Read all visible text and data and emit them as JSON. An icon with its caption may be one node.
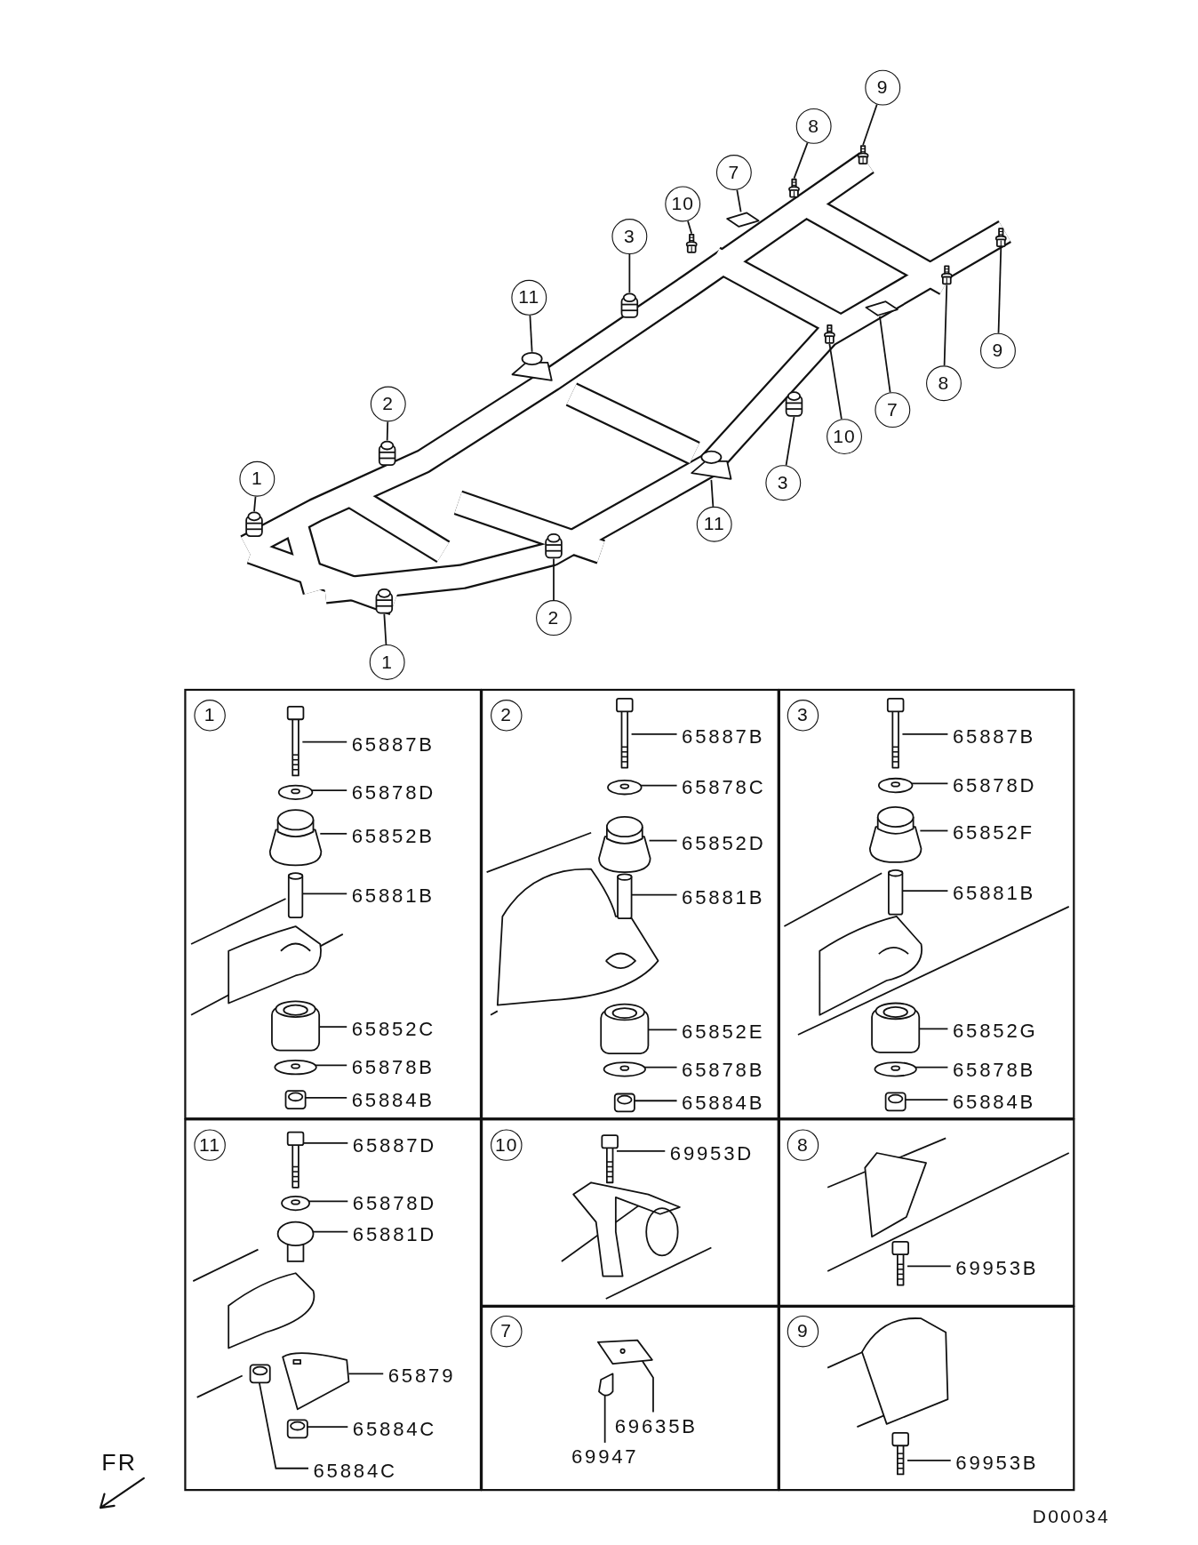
{
  "diagram": {
    "nodes": [
      {
        "text": [
          "9"
        ]
      },
      {
        "text": [
          "8"
        ]
      },
      {
        "text": [
          "7"
        ]
      },
      {
        "text": [
          "10"
        ]
      },
      {
        "text": [
          "3"
        ]
      },
      {
        "text": [
          "11"
        ]
      },
      {
        "text": [
          "9"
        ]
      },
      {
        "text": [
          "8"
        ]
      },
      {
        "text": [
          "2"
        ]
      },
      {
        "text": [
          "7"
        ]
      },
      {
        "text": [
          "10"
        ]
      },
      {
        "text": [
          "1"
        ]
      },
      {
        "text": [
          "3"
        ]
      },
      {
        "text": [
          "11"
        ]
      },
      {
        "text": [
          "2"
        ]
      },
      {
        "text": [
          "1"
        ]
      },
      {
        "text": [],
        "shape": "box"
      },
      {
        "text": [
          "1"
        ],
        "in": 16
      },
      {
        "text": [
          "65887B"
        ],
        "in": 16
      },
      {
        "text": [
          "65878D"
        ],
        "in": 16
      },
      {
        "text": [
          "65852B"
        ],
        "in": 16
      },
      {
        "text": [
          "65881B"
        ],
        "in": 16
      },
      {
        "text": [
          "65852C"
        ],
        "in": 16
      },
      {
        "text": [
          "65878B"
        ],
        "in": 16
      },
      {
        "text": [
          "65884B"
        ],
        "in": 16
      },
      {
        "text": [],
        "shape": "box"
      },
      {
        "text": [
          "2"
        ],
        "in": 25
      },
      {
        "text": [
          "65887B"
        ],
        "in": 25
      },
      {
        "text": [
          "65878C"
        ],
        "in": 25
      },
      {
        "text": [
          "65852D"
        ],
        "in": 25
      },
      {
        "text": [
          "65881B"
        ],
        "in": 25
      },
      {
        "text": [
          "65852E"
        ],
        "in": 25
      },
      {
        "text": [
          "65878B"
        ],
        "in": 25
      },
      {
        "text": [
          "65884B"
        ],
        "in": 25
      },
      {
        "text": [],
        "shape": "box"
      },
      {
        "text": [
          "3"
        ],
        "in": 34
      },
      {
        "text": [
          "65887B"
        ],
        "in": 34
      },
      {
        "text": [
          "65878D"
        ],
        "in": 34
      },
      {
        "text": [
          "65852F"
        ],
        "in": 34
      },
      {
        "text": [
          "65881B"
        ],
        "in": 34
      },
      {
        "text": [
          "65852G"
        ],
        "in": 34
      },
      {
        "text": [
          "65878B"
        ],
        "in": 34
      },
      {
        "text": [
          "65884B"
        ],
        "in": 34
      },
      {
        "text": [],
        "shape": "box"
      },
      {
        "text": [
          "11"
        ],
        "in": 43
      },
      {
        "text": [
          "65887D"
        ],
        "in": 43
      },
      {
        "text": [
          "65878D"
        ],
        "in": 43
      },
      {
        "text": [
          "65881D"
        ],
        "in": 43
      },
      {
        "text": [
          "65879"
        ],
        "in": 43
      },
      {
        "text": [
          "65884C"
        ],
        "in": 43
      },
      {
        "text": [
          "65884C"
        ],
        "in": 43
      },
      {
        "text": [],
        "shape": "box"
      },
      {
        "text": [
          "10"
        ],
        "in": 51
      },
      {
        "text": [
          "69953D"
        ],
        "in": 51
      },
      {
        "text": [],
        "shape": "box"
      },
      {
        "text": [
          "8"
        ],
        "in": 54
      },
      {
        "text": [
          "69953B"
        ],
        "in": 54
      },
      {
        "text": [],
        "shape": "box"
      },
      {
        "text": [
          "7"
        ],
        "in": 57
      },
      {
        "text": [
          "69635B"
        ],
        "in": 57
      },
      {
        "text": [
          "69947"
        ],
        "in": 57
      },
      {
        "text": [],
        "shape": "box"
      },
      {
        "text": [
          "9"
        ],
        "in": 61
      },
      {
        "text": [
          "69953B"
        ],
        "in": 61
      },
      {
        "text": [],
        "shape": "picture"
      },
      {
        "text": [],
        "shape": "picture"
      },
      {
        "text": [],
        "shape": "picture"
      },
      {
        "text": [],
        "shape": "picture"
      },
      {
        "text": [],
        "shape": "picture"
      },
      {
        "text": [],
        "shape": "picture"
      },
      {
        "text": [],
        "shape": "picture"
      },
      {
        "text": [],
        "shape": "picture"
      },
      {
        "text": [],
        "shape": "picture"
      },
      {
        "text": [],
        "shape": "picture"
      },
      {
        "text": [],
        "shape": "picture"
      },
      {
        "text": [],
        "shape": "picture"
      },
      {
        "text": [],
        "shape": "picture"
      },
      {
        "text": [],
        "shape": "picture"
      },
      {
        "text": [],
        "shape": "picture"
      },
      {
        "text": [],
        "shape": "picture"
      },
      {
        "text": [],
        "shape": "picture",
        "in": 16
      },
      {
        "text": [],
        "shape": "picture",
        "in": 16
      },
      {
        "text": [],
        "shape": "picture",
        "in": 16
      },
      {
        "text": [],
        "shape": "picture",
        "in": 16
      },
      {
        "text": [],
        "shape": "picture",
        "in": 16
      },
      {
        "text": [],
        "shape": "picture",
        "in": 16
      },
      {
        "text": [],
        "shape": "picture",
        "in": 16
      },
      {
        "text": [],
        "shape": "picture",
        "in": 25
      },
      {
        "text": [],
        "shape": "picture",
        "in": 25
      },
      {
        "text": [],
        "shape": "picture",
        "in": 25
      },
      {
        "text": [],
        "shape": "picture",
        "in": 25
      },
      {
        "text": [],
        "shape": "picture",
        "in": 25
      },
      {
        "text": [],
        "shape": "picture",
        "in": 25
      },
      {
        "text": [],
        "shape": "picture",
        "in": 25
      },
      {
        "text": [],
        "shape": "picture",
        "in": 34
      },
      {
        "text": [],
        "shape": "picture",
        "in": 34
      },
      {
        "text": [],
        "shape": "picture",
        "in": 34
      },
      {
        "text": [],
        "shape": "picture",
        "in": 34
      },
      {
        "text": [],
        "shape": "picture",
        "in": 34
      },
      {
        "text": [],
        "shape": "picture",
        "in": 34
      },
      {
        "text": [],
        "shape": "picture",
        "in": 34
      },
      {
        "text": [],
        "shape": "picture",
        "in": 43
      },
      {
        "text": [],
        "shape": "picture",
        "in": 43
      },
      {
        "text": [],
        "shape": "picture",
        "in": 43
      },
      {
        "text": [],
        "shape": "picture",
        "in": 43
      },
      {
        "text": [],
        "shape": "picture",
        "in": 43
      },
      {
        "text": [],
        "shape": "picture",
        "in": 43
      },
      {
        "text": [],
        "shape": "picture",
        "in": 51
      },
      {
        "text": [],
        "shape": "picture",
        "in": 54
      },
      {
        "text": [],
        "shape": "picture",
        "in": 57
      },
      {
        "text": [],
        "shape": "picture",
        "in": 57
      },
      {
        "text": [],
        "shape": "picture",
        "in": 61
      }
    ],
    "edges": [
      {
        "from": 0,
        "to": 64,
        "arrow": "none"
      },
      {
        "from": 1,
        "to": 65,
        "arrow": "none"
      },
      {
        "from": 2,
        "to": 66,
        "arrow": "none"
      },
      {
        "from": 3,
        "to": 67,
        "arrow": "none"
      },
      {
        "from": 4,
        "to": 68,
        "arrow": "none"
      },
      {
        "from": 5,
        "to": 69,
        "arrow": "none"
      },
      {
        "from": 6,
        "to": 70,
        "arrow": "none"
      },
      {
        "from": 7,
        "to": 71,
        "arrow": "none"
      },
      {
        "from": 8,
        "to": 72,
        "arrow": "none"
      },
      {
        "from": 9,
        "to": 73,
        "arrow": "none"
      },
      {
        "from": 10,
        "to": 74,
        "arrow": "none"
      },
      {
        "from": 11,
        "to": 75,
        "arrow": "none"
      },
      {
        "from": 12,
        "to": 76,
        "arrow": "none"
      },
      {
        "from": 13,
        "to": 77,
        "arrow": "none"
      },
      {
        "from": 14,
        "to": 78,
        "arrow": "none"
      },
      {
        "from": 15,
        "to": 79,
        "arrow": "none"
      },
      {
        "from": 18,
        "to": 80,
        "arrow": "none"
      },
      {
        "from": 19,
        "to": 81,
        "arrow": "none"
      },
      {
        "from": 20,
        "to": 82,
        "arrow": "none"
      },
      {
        "from": 21,
        "to": 83,
        "arrow": "none"
      },
      {
        "from": 22,
        "to": 84,
        "arrow": "none"
      },
      {
        "from": 23,
        "to": 85,
        "arrow": "none"
      },
      {
        "from": 24,
        "to": 86,
        "arrow": "none"
      },
      {
        "from": 27,
        "to": 87,
        "arrow": "none"
      },
      {
        "from": 28,
        "to": 88,
        "arrow": "none"
      },
      {
        "from": 29,
        "to": 89,
        "arrow": "none"
      },
      {
        "from": 30,
        "to": 90,
        "arrow": "none"
      },
      {
        "from": 31,
        "to": 91,
        "arrow": "none"
      },
      {
        "from": 32,
        "to": 92,
        "arrow": "none"
      },
      {
        "from": 33,
        "to": 93,
        "arrow": "none"
      },
      {
        "from": 36,
        "to": 94,
        "arrow": "none"
      },
      {
        "from": 37,
        "to": 95,
        "arrow": "none"
      },
      {
        "from": 38,
        "to": 96,
        "arrow": "none"
      },
      {
        "from": 39,
        "to": 97,
        "arrow": "none"
      },
      {
        "from": 40,
        "to": 98,
        "arrow": "none"
      },
      {
        "from": 41,
        "to": 99,
        "arrow": "none"
      },
      {
        "from": 42,
        "to": 100,
        "arrow": "none"
      },
      {
        "from": 45,
        "to": 101,
        "arrow": "none"
      },
      {
        "from": 46,
        "to": 102,
        "arrow": "none"
      },
      {
        "from": 47,
        "to": 103,
        "arrow": "none"
      },
      {
        "from": 48,
        "to": 104,
        "arrow": "none"
      },
      {
        "from": 49,
        "to": 105,
        "arrow": "none"
      },
      {
        "from": 50,
        "to": 106,
        "arrow": "none"
      },
      {
        "from": 53,
        "to": 107,
        "arrow": "none"
      },
      {
        "from": 56,
        "to": 108,
        "arrow": "none"
      },
      {
        "from": 59,
        "to": 109,
        "arrow": "none"
      },
      {
        "from": 60,
        "to": 110,
        "arrow": "none"
      },
      {
        "from": 63,
        "to": 111,
        "arrow": "none"
      }
    ],
    "labels": [
      "FR",
      "D00034"
    ]
  }
}
